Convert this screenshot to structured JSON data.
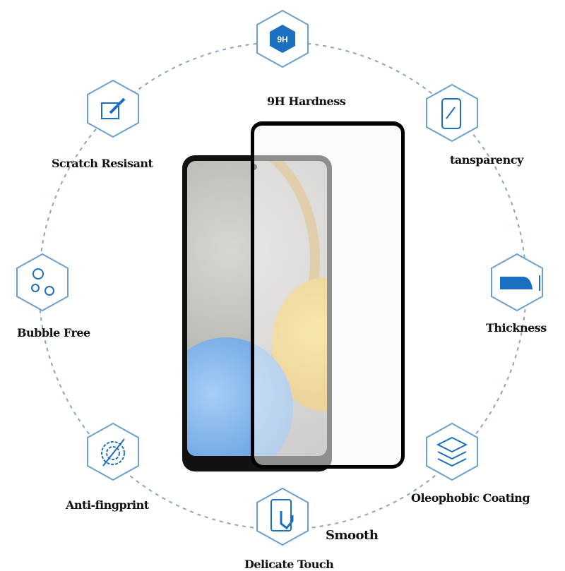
{
  "features": [
    {
      "label": "9H Hardness",
      "icon": "9h-badge-icon",
      "badge": "9H"
    },
    {
      "label": "Scratch Resisant",
      "icon": "scratch-icon"
    },
    {
      "label": "tansparency",
      "icon": "transparency-icon"
    },
    {
      "label": "Bubble Free",
      "icon": "bubble-icon"
    },
    {
      "label": "Thickness",
      "icon": "thickness-icon"
    },
    {
      "label": "Anti-fingprint",
      "icon": "fingerprint-icon"
    },
    {
      "label": "Oleophobic Coating",
      "icon": "layers-icon"
    },
    {
      "label": "Smooth",
      "icon": "touch-icon"
    },
    {
      "label": "Delicate Touch",
      "icon": "none"
    }
  ],
  "colors": {
    "accent": "#1a6fc0",
    "dashed": "#8aa4bd"
  }
}
